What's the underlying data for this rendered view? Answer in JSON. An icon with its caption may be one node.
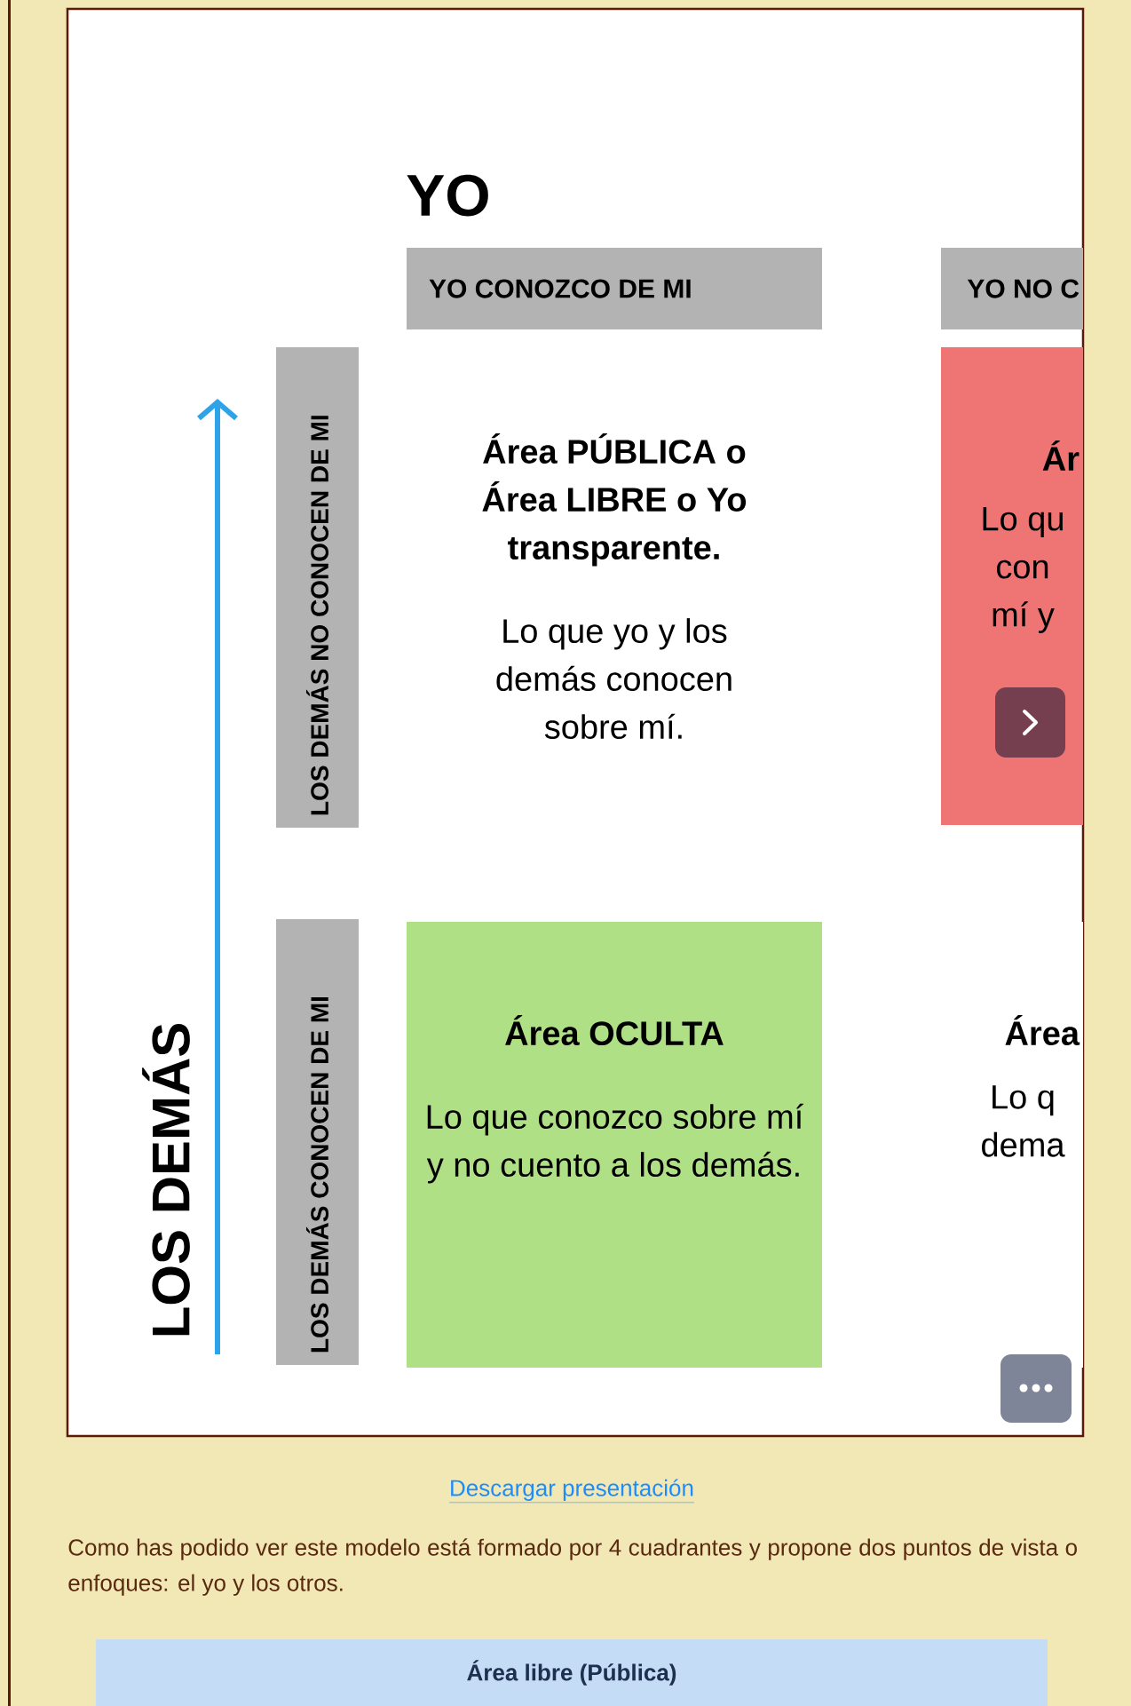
{
  "diagram": {
    "nodes": [
      {
        "text": [
          "YO CONOZCO DE MI"
        ]
      },
      {
        "text": [
          "YO NO C"
        ]
      },
      {
        "text": [
          "LOS DEMÁS NO CONOCEN DE MI"
        ]
      },
      {
        "text": [
          "LOS DEMÁS CONOCEN DE MI"
        ]
      },
      {
        "text": [
          "Área PÚBLICA o Área LIBRE o Yo transparente.",
          "Lo que yo y los demás conocen sobre mí."
        ]
      },
      {
        "text": [
          "Ár",
          "Lo qu con mí y"
        ]
      },
      {
        "text": [
          "Área OCULTA",
          "Lo que conozco sobre mí y no cuento a los demás."
        ]
      },
      {
        "text": [
          "Área",
          "Lo q dema"
        ]
      },
      {
        "text": [
          "Área libre (Pública)"
        ]
      }
    ],
    "labels": [
      "YO",
      "LOS DEMÁS",
      "Descargar presentación",
      "Como has podido ver este modelo está formado por 4 cuadrantes y propone dos puntos de vista o enfoques: el yo y los otros."
    ]
  }
}
